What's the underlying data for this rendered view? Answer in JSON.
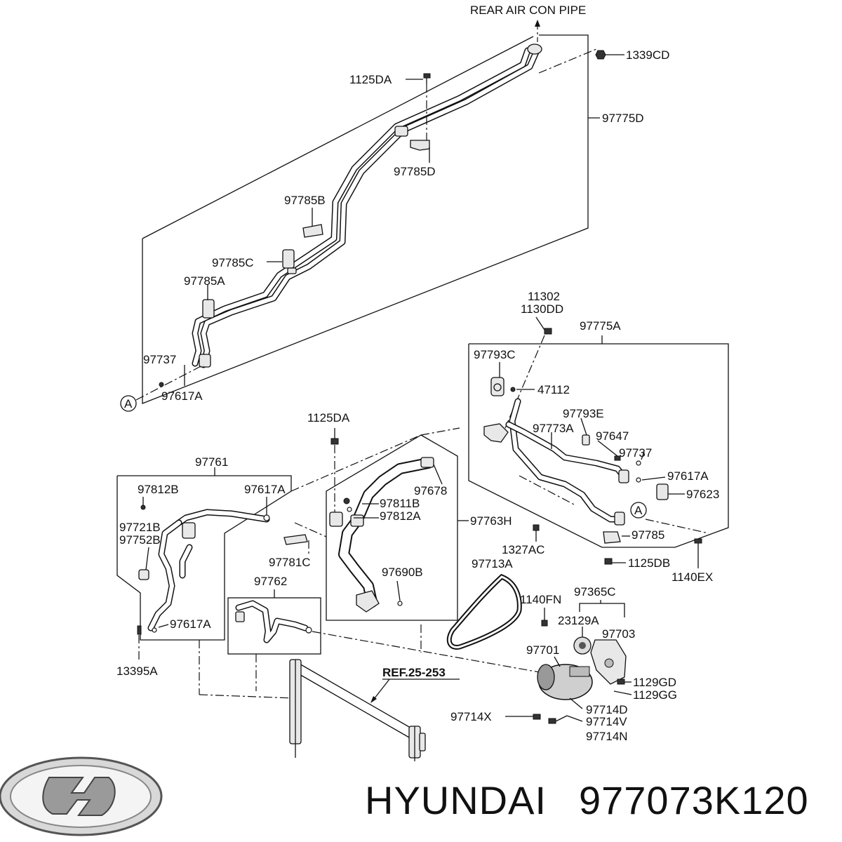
{
  "diagram": {
    "header_label": "REAR AIR CON PIPE",
    "ref_label": "REF.25-253",
    "callout_marker": "A",
    "part_labels": {
      "p1339CD": "1339CD",
      "p1125DA_top": "1125DA",
      "p97775D": "97775D",
      "p97785D": "97785D",
      "p97785B": "97785B",
      "p97785C": "97785C",
      "p97785A": "97785A",
      "p97737_left": "97737",
      "p97617A_left": "97617A",
      "p11302": "11302",
      "p1130DD": "1130DD",
      "p97775A": "97775A",
      "p97793C": "97793C",
      "p47112": "47112",
      "p97793E": "97793E",
      "p97773A": "97773A",
      "p97647": "97647",
      "p97737_right": "97737",
      "p97617A_right": "97617A",
      "p97623": "97623",
      "p97785": "97785",
      "p1125DB": "1125DB",
      "p1140EX": "1140EX",
      "p1125DA_mid": "1125DA",
      "p97761": "97761",
      "p97812B": "97812B",
      "p97617A_mid": "97617A",
      "p97721B": "97721B",
      "p97752B": "97752B",
      "p97617A_low": "97617A",
      "p13395A": "13395A",
      "p97678": "97678",
      "p97811B": "97811B",
      "p97812A": "97812A",
      "p97763H": "97763H",
      "p1327AC": "1327AC",
      "p97781C": "97781C",
      "p97762": "97762",
      "p97690B": "97690B",
      "p97713A": "97713A",
      "p1140FN": "1140FN",
      "p97365C": "97365C",
      "p23129A": "23129A",
      "p97703": "97703",
      "p97701": "97701",
      "p1129GD": "1129GD",
      "p1129GG": "1129GG",
      "p97714D": "97714D",
      "p97714X": "97714X",
      "p97714V": "97714V",
      "p97714N": "97714N"
    }
  },
  "footer": {
    "brand": "HYUNDAI",
    "part_number": "977073K120",
    "logo_icon": "hyundai-logo-icon"
  }
}
